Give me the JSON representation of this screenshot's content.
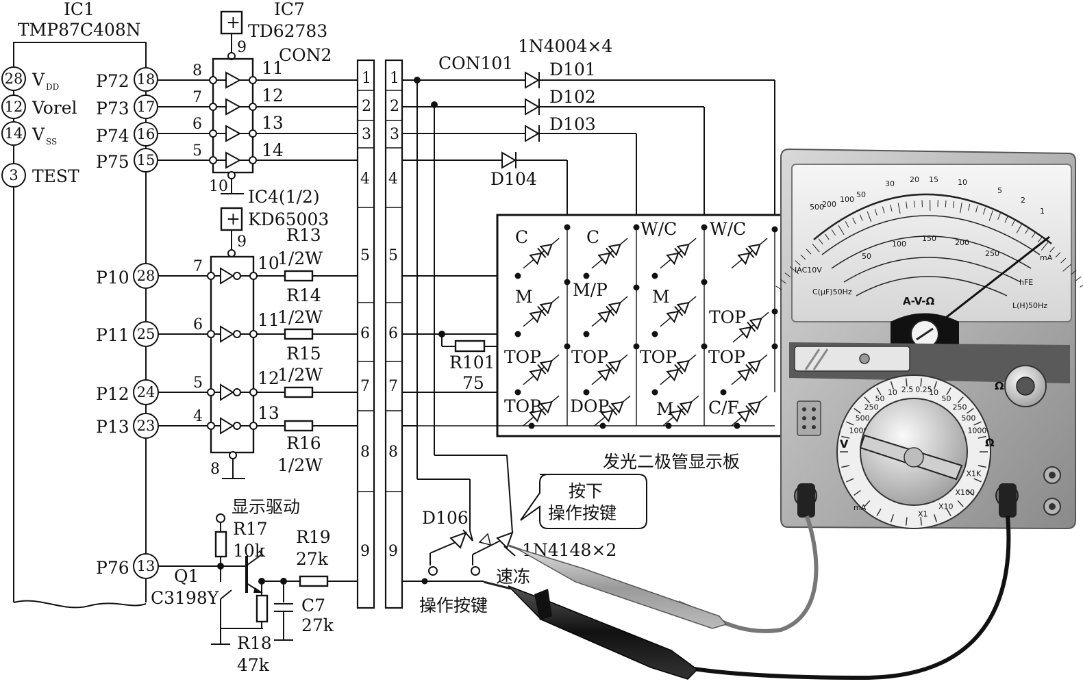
{
  "ic1": {
    "name": "IC1",
    "part": "TMP87C408N",
    "left_pins": [
      {
        "num": "28",
        "label": "V",
        "sub": "DD"
      },
      {
        "num": "12",
        "label": "Vorel",
        "sub": ""
      },
      {
        "num": "14",
        "label": "V",
        "sub": "SS"
      },
      {
        "num": "3",
        "label": "TEST",
        "sub": ""
      }
    ],
    "right_pins_top": [
      {
        "port": "P72",
        "num": "18"
      },
      {
        "port": "P73",
        "num": "17"
      },
      {
        "port": "P74",
        "num": "16"
      },
      {
        "port": "P75",
        "num": "15"
      }
    ],
    "right_pins_mid": [
      {
        "port": "P10",
        "num": "28"
      },
      {
        "port": "P11",
        "num": "25"
      },
      {
        "port": "P12",
        "num": "24"
      },
      {
        "port": "P13",
        "num": "23"
      }
    ],
    "right_pin_bottom": {
      "port": "P76",
      "num": "13"
    }
  },
  "ic7": {
    "name": "IC7",
    "part": "TD62783",
    "supply_pin": "9",
    "gnd_pin": "10",
    "in_pins": [
      "8",
      "7",
      "6",
      "5"
    ],
    "out_pins": [
      "11",
      "12",
      "13",
      "14"
    ]
  },
  "ic4": {
    "name": "IC4(1/2)",
    "part": "KD65003",
    "supply_pin": "9",
    "gnd_pin": "8",
    "in_pins": [
      "7",
      "6",
      "5",
      "4"
    ],
    "out_pins": [
      "10",
      "11",
      "12",
      "13"
    ]
  },
  "resistors": [
    {
      "ref": "R13",
      "value": "1/2W"
    },
    {
      "ref": "R14",
      "value": "1/2W"
    },
    {
      "ref": "R15",
      "value": "1/2W"
    },
    {
      "ref": "R16",
      "value": "1/2W"
    },
    {
      "ref": "R17",
      "value": "10k"
    },
    {
      "ref": "R18",
      "value": "47k"
    },
    {
      "ref": "R19",
      "value": "27k"
    },
    {
      "ref": "R101",
      "value": "75"
    }
  ],
  "connectors": {
    "con2": "CON2",
    "con101": "CON101",
    "pins": [
      "1",
      "2",
      "3",
      "4",
      "5",
      "6",
      "7",
      "8",
      "9"
    ]
  },
  "diodes": {
    "type_label": "1N4004×4",
    "refs": [
      "D101",
      "D102",
      "D103",
      "D104"
    ],
    "key_diode_ref": "D106",
    "key_diode_type": "1N4148×2"
  },
  "transistor": {
    "ref": "Q1",
    "part": "C3198Y"
  },
  "capacitor": {
    "ref": "C7",
    "value": "27k"
  },
  "drive_label": "显示驱动",
  "led_board": {
    "caption": "发光二极管显示板",
    "rows": [
      [
        "C",
        "C",
        "W/C",
        "W/C"
      ],
      [
        "M",
        "M/P",
        "M",
        "TOP"
      ],
      [
        "TOP",
        "TOP",
        "TOP",
        "TOP"
      ],
      [
        "TOP",
        "DOP",
        "M",
        "C/F"
      ]
    ]
  },
  "keys": {
    "speed_freeze": "速冻",
    "operate_keys": "操作按键",
    "callout": [
      "按下",
      "操作按键"
    ]
  },
  "multimeter": {
    "label": "A-V-Ω",
    "top_scale": [
      "500",
      "200",
      "100",
      "50",
      "30",
      "20",
      "15",
      "10",
      "5",
      "2",
      "1"
    ],
    "mid_scale": [
      "50",
      "100",
      "150",
      "200",
      "250"
    ],
    "small_labels": [
      "IAC10V",
      "C(μF)50Hz",
      "L(H)50Hz",
      "hFE",
      "mA"
    ],
    "dial_outer": [
      "1000",
      "500",
      "250",
      "50",
      "10",
      "2.5",
      "0.25",
      "10",
      "50",
      "250",
      "500",
      "1000"
    ],
    "dial_markers": {
      "v": "V",
      "ohm": "Ω",
      "ma": "mA",
      "x1k": "X1K",
      "x100": "X100",
      "x10": "X10",
      "x1": "X1"
    }
  }
}
